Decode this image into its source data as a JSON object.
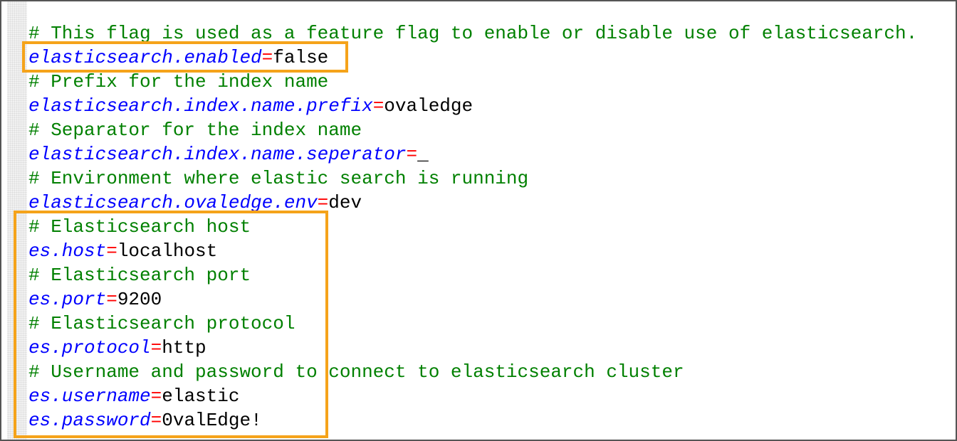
{
  "editor": {
    "lines": [
      {
        "type": "comment",
        "text": "# This flag is used as a feature flag to enable or disable use of elasticsearch."
      },
      {
        "type": "kv",
        "key": "elasticsearch.enabled",
        "eq": "=",
        "value": "false"
      },
      {
        "type": "comment",
        "text": "# Prefix for the index name"
      },
      {
        "type": "kv",
        "key": "elasticsearch.index.name.prefix",
        "eq": "=",
        "value": "ovaledge"
      },
      {
        "type": "comment",
        "text": "# Separator for the index name"
      },
      {
        "type": "kv",
        "key": "elasticsearch.index.name.seperator",
        "eq": "=",
        "value": "_"
      },
      {
        "type": "comment",
        "text": "# Environment where elastic search is running"
      },
      {
        "type": "kv",
        "key": "elasticsearch.ovaledge.env",
        "eq": "=",
        "value": "dev"
      },
      {
        "type": "comment",
        "text": "# Elasticsearch host"
      },
      {
        "type": "kv",
        "key": "es.host",
        "eq": "=",
        "value": "localhost"
      },
      {
        "type": "comment",
        "text": "# Elasticsearch port"
      },
      {
        "type": "kv",
        "key": "es.port",
        "eq": "=",
        "value": "9200"
      },
      {
        "type": "comment",
        "text": "# Elasticsearch protocol"
      },
      {
        "type": "kv",
        "key": "es.protocol",
        "eq": "=",
        "value": "http"
      },
      {
        "type": "comment",
        "text": "# Username and password to connect to elasticsearch cluster"
      },
      {
        "type": "kv",
        "key": "es.username",
        "eq": "=",
        "value": "elastic"
      },
      {
        "type": "kv",
        "key": "es.password",
        "eq": "=",
        "value": "0valEdge!"
      }
    ]
  },
  "colors": {
    "comment": "#008000",
    "key": "#0000ff",
    "equals": "#ff0000",
    "highlight": "#f5a31a"
  }
}
